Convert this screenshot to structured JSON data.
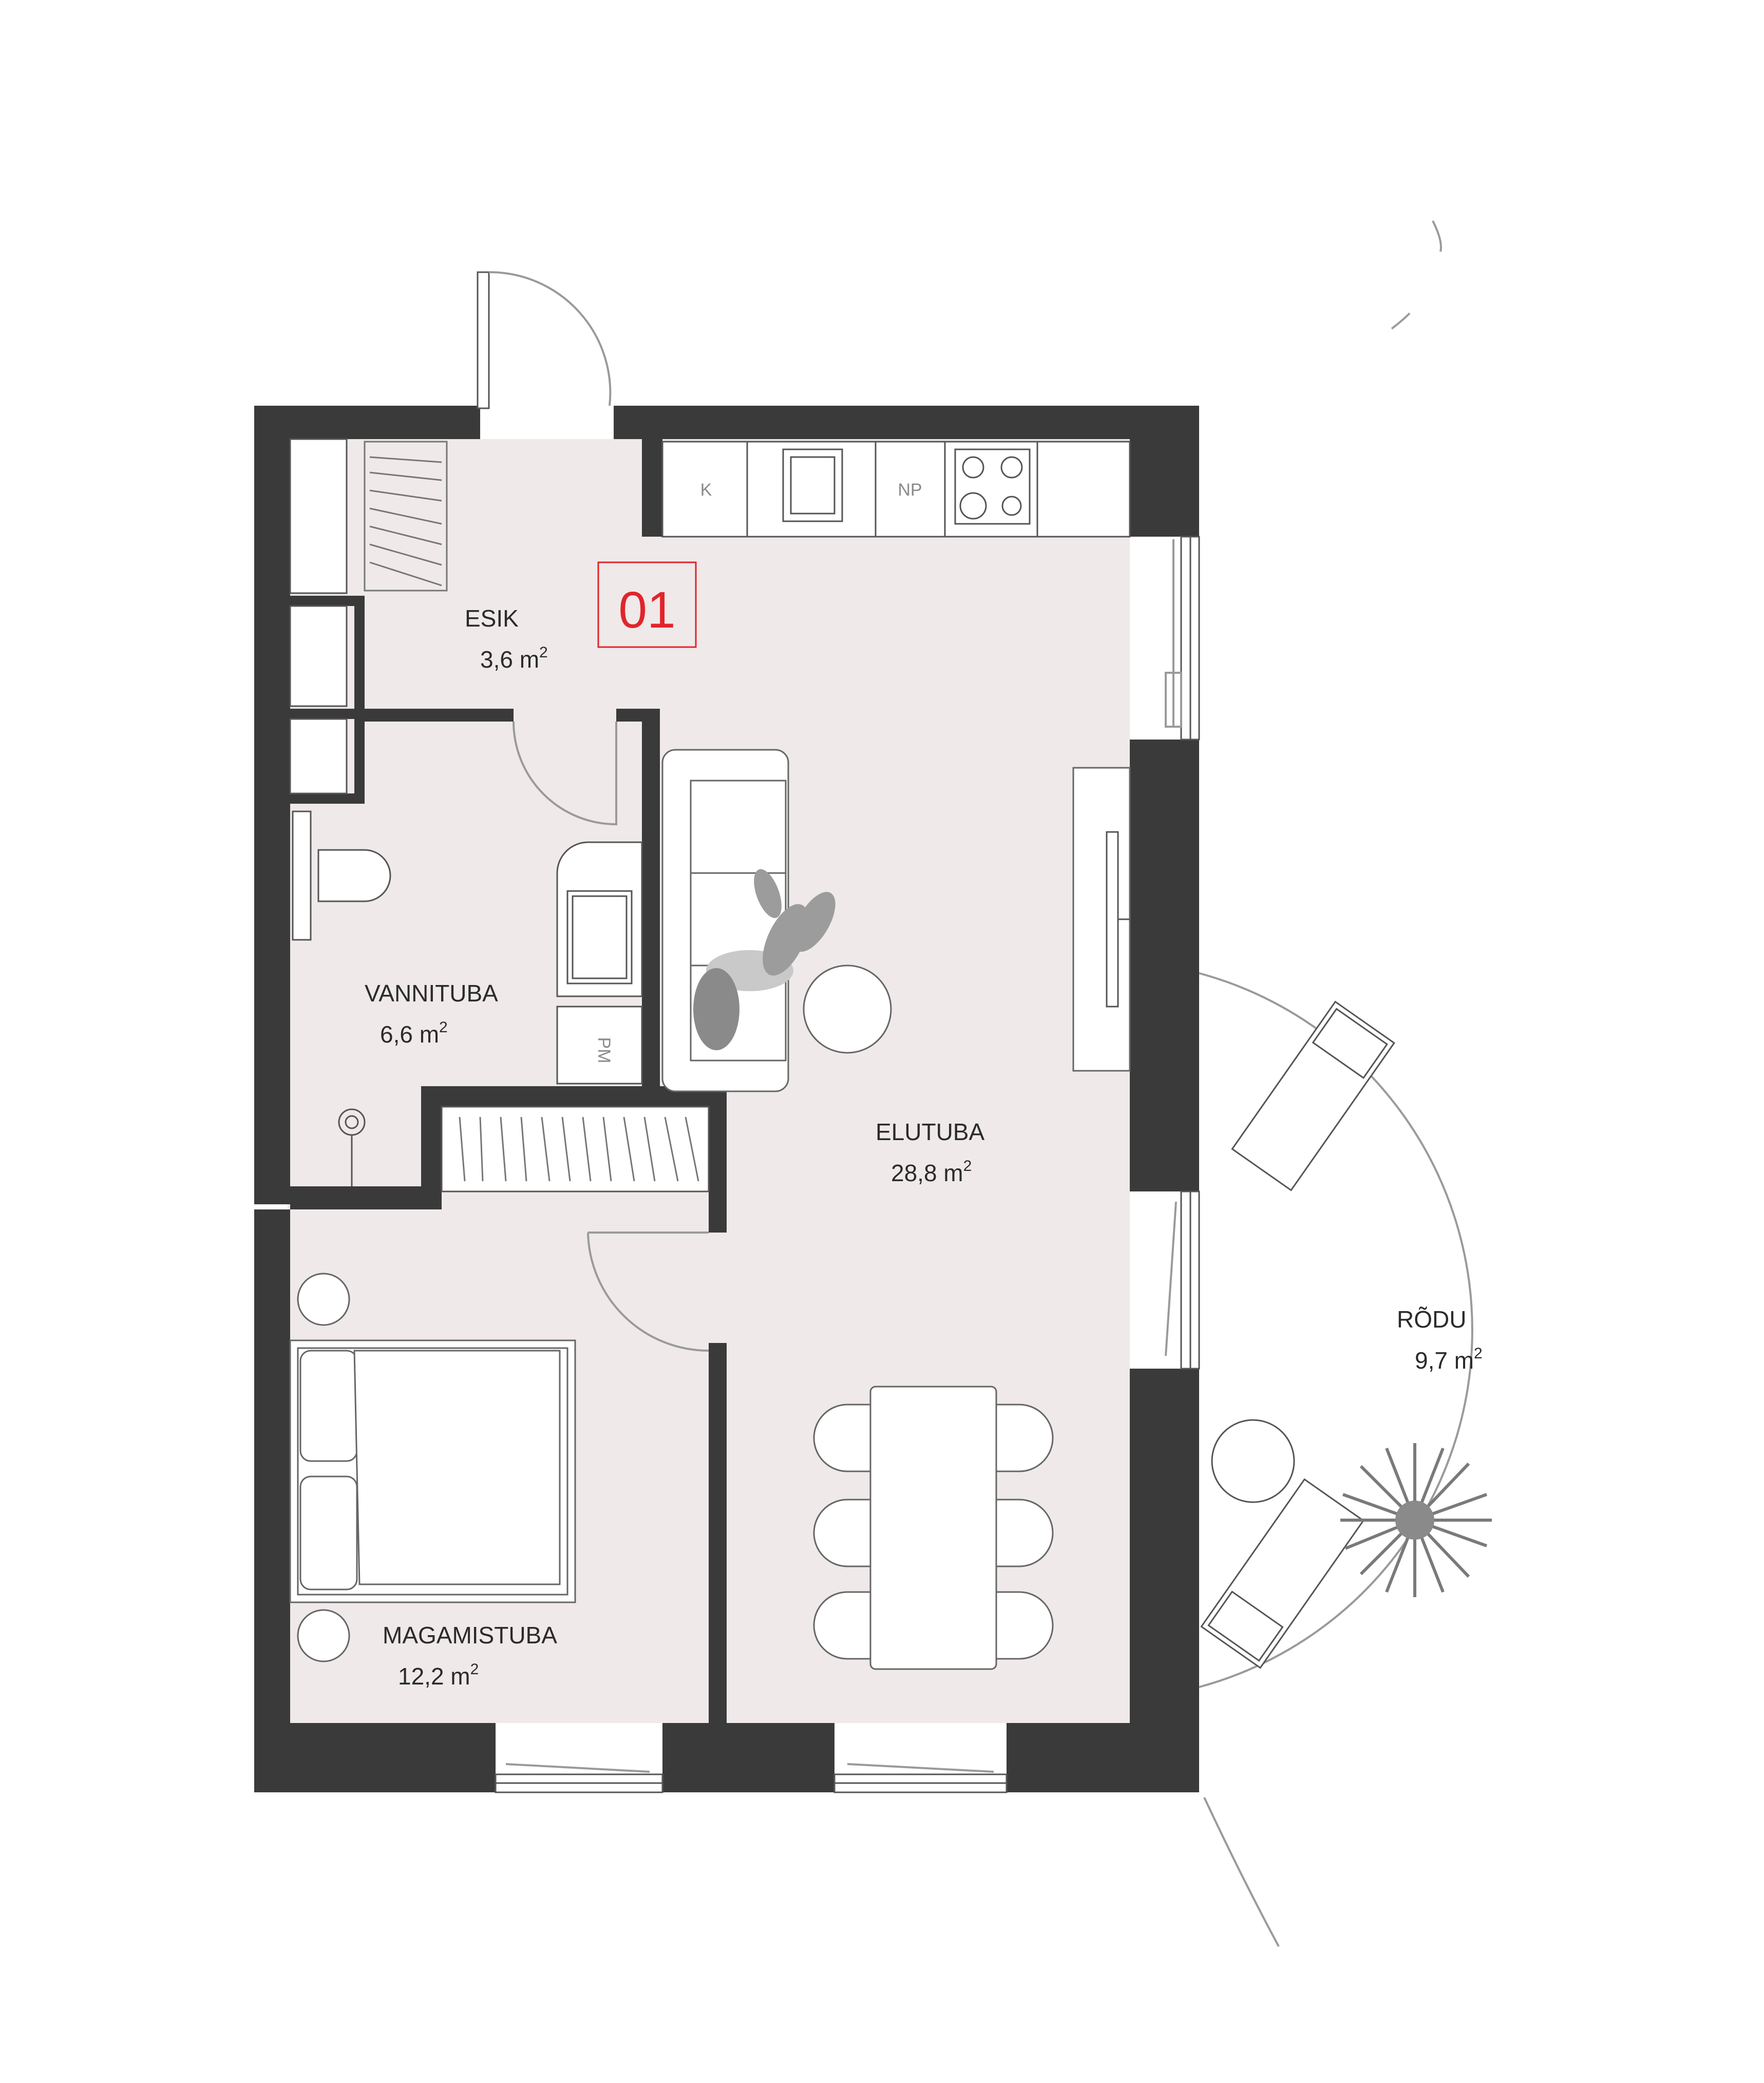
{
  "apartment": {
    "number": "01"
  },
  "rooms": {
    "esik": {
      "name": "ESIK",
      "area": "3,6 m",
      "sup": "2"
    },
    "vannituba": {
      "name": "VANNITUBA",
      "area": "6,6 m",
      "sup": "2"
    },
    "elutuba": {
      "name": "ELUTUBA",
      "area": "28,8 m",
      "sup": "2"
    },
    "magamistuba": {
      "name": "MAGAMISTUBA",
      "area": "12,2 m",
      "sup": "2"
    },
    "rodu": {
      "name": "RÕDU",
      "area": "9,7 m",
      "sup": "2"
    }
  },
  "fixtures": {
    "k": "K",
    "np": "NP",
    "pm": "PM"
  },
  "colors": {
    "wall": "#3a3a3a",
    "floor": "#efe9e9",
    "accent": "#e2242a"
  }
}
